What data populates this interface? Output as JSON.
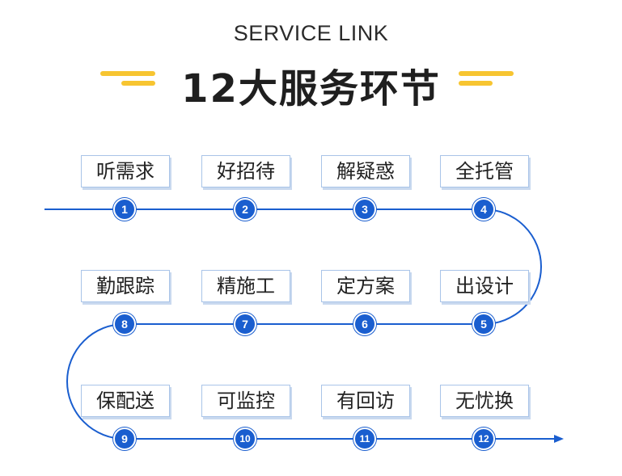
{
  "header": {
    "subtitle": "SERVICE LINK",
    "title": "12大服务环节"
  },
  "colors": {
    "accent_yellow": "#f7c531",
    "line_blue": "#1a5ecf",
    "box_border": "#a9c4e8"
  },
  "steps": [
    {
      "num": "1",
      "label": "听需求"
    },
    {
      "num": "2",
      "label": "好招待"
    },
    {
      "num": "3",
      "label": "解疑惑"
    },
    {
      "num": "4",
      "label": "全托管"
    },
    {
      "num": "5",
      "label": "出设计"
    },
    {
      "num": "6",
      "label": "定方案"
    },
    {
      "num": "7",
      "label": "精施工"
    },
    {
      "num": "8",
      "label": "勤跟踪"
    },
    {
      "num": "9",
      "label": "保配送"
    },
    {
      "num": "10",
      "label": "可监控"
    },
    {
      "num": "11",
      "label": "有回访"
    },
    {
      "num": "12",
      "label": "无忧换"
    }
  ]
}
